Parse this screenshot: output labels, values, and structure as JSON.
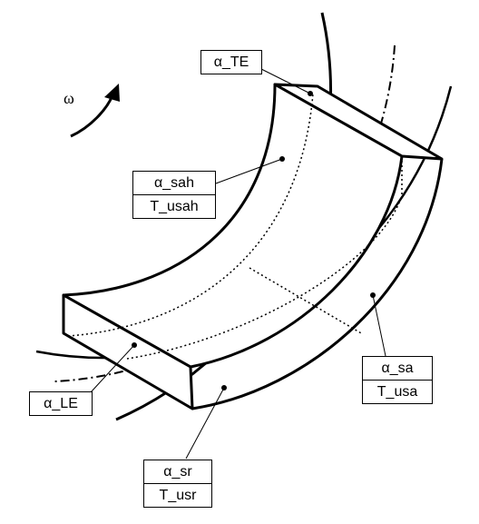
{
  "rotation_symbol": "ω",
  "labels": {
    "trailing_edge": {
      "coef": "α_TE"
    },
    "suction_hub": {
      "coef": "α_sah",
      "temp": "T_usah"
    },
    "leading_edge": {
      "coef": "α_LE"
    },
    "suction_side": {
      "coef": "α_sa",
      "temp": "T_usa"
    },
    "pressure_side": {
      "coef": "α_sr",
      "temp": "T_usr"
    }
  },
  "colors": {
    "line": "#000000",
    "background": "#ffffff"
  }
}
